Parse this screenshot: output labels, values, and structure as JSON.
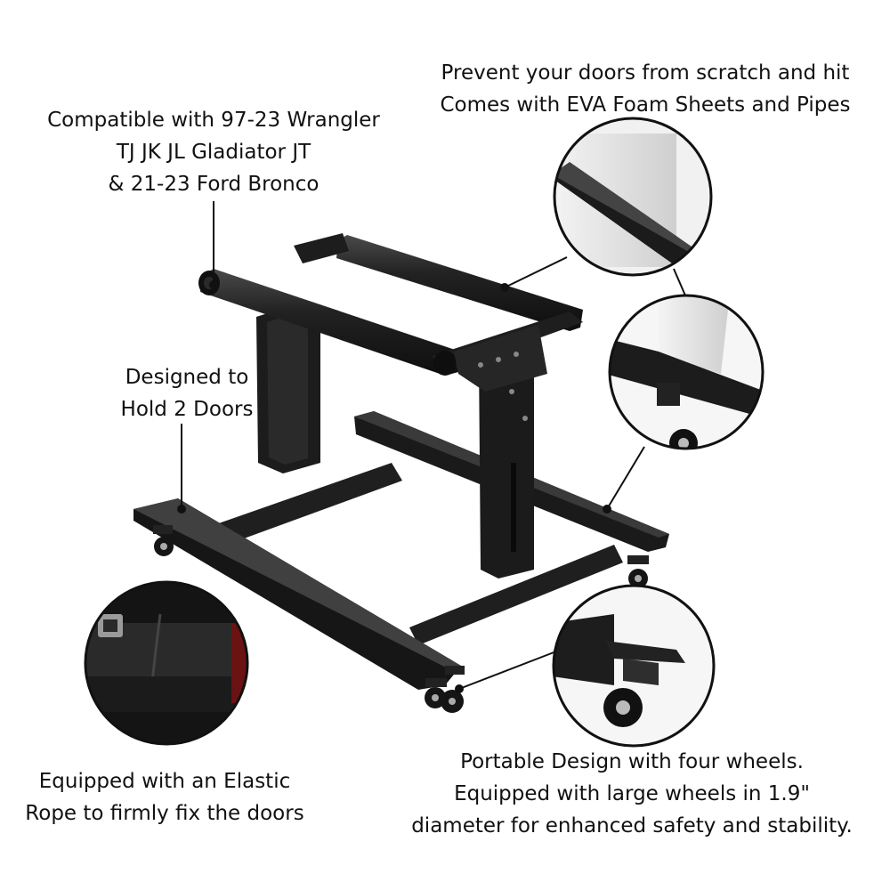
{
  "captions": {
    "compatibility": [
      "Compatible with 97-23 Wrangler",
      "TJ JK JL Gladiator JT",
      "& 21-23 Ford Bronco"
    ],
    "protection": [
      "Prevent your doors from scratch and hit",
      "Comes with EVA Foam Sheets and Pipes"
    ],
    "capacity": [
      "Designed to",
      "Hold 2 Doors"
    ],
    "rope": [
      "Equipped with an Elastic",
      "Rope to firmly fix the doors"
    ],
    "wheels": [
      "Portable Design with four wheels.",
      "Equipped with large wheels in 1.9\"",
      "diameter for enhanced safety and stability."
    ]
  },
  "colors": {
    "frame": "#1c1c1c",
    "frame_highlight": "#3a3a3a",
    "callout_line": "#111111",
    "background": "#ffffff"
  }
}
